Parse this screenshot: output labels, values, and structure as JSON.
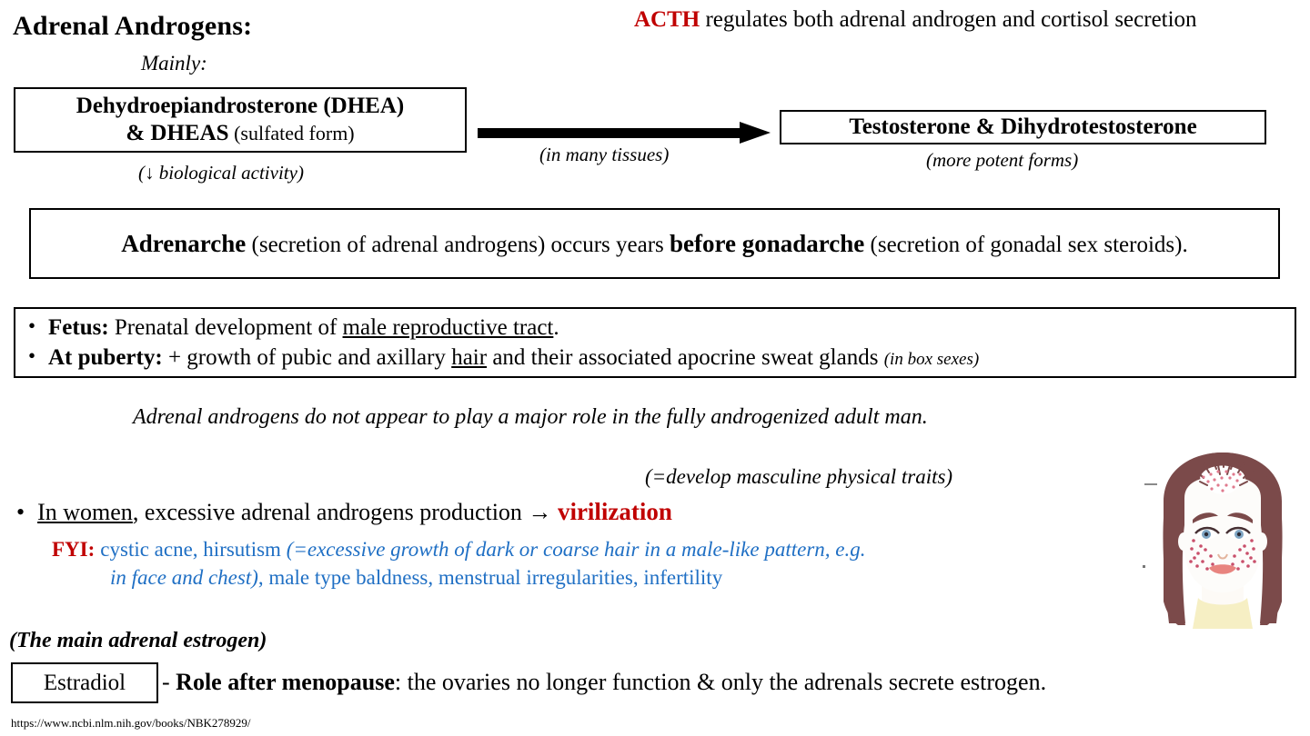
{
  "title": "Adrenal Androgens:",
  "acth_line": {
    "highlight": "ACTH",
    "rest": " regulates both adrenal androgen and cortisol secretion"
  },
  "mainly_label": "Mainly:",
  "dhea_box": {
    "line1": "Dehydroepiandrosterone (DHEA)",
    "line2_bold": "& DHEAS",
    "line2_rest": " (sulfated form)",
    "note": "(↓ biological activity)"
  },
  "arrow": {
    "note": "(in many tissues)"
  },
  "testosterone_box": {
    "label": "Testosterone & Dihydrotestosterone",
    "note": "(more potent forms)"
  },
  "adrenarche_box": {
    "part1_bold": "Adrenarche",
    "part2": " (secretion of adrenal androgens) occurs years ",
    "part3_bold": "before gonadarche",
    "part4": " (secretion of gonadal sex steroids)."
  },
  "effects_box": {
    "bullets": [
      {
        "label": "Fetus:",
        "text_before": " Prenatal development of ",
        "underlined": "male reproductive tract",
        "text_after": ".",
        "trailing_italic": ""
      },
      {
        "label": "At puberty:",
        "text_before": " + growth of pubic and axillary ",
        "underlined": "hair",
        "text_after": " and their associated apocrine sweat glands ",
        "trailing_italic": "(in box sexes)"
      }
    ]
  },
  "androgen_note": "Adrenal androgens do not appear to play a major role in the fully androgenized adult man.",
  "virilization": {
    "definition": "(=develop masculine physical traits)",
    "bullet_dot": "•",
    "underlined": "In women",
    "text": ", excessive adrenal androgens production → ",
    "keyword": "virilization"
  },
  "fyi": {
    "label": "FYI:",
    "line1_plain": "cystic acne, hirsutism ",
    "line1_italic": "(=excessive growth of dark or coarse hair in a male-like pattern, e.g.",
    "line2_italic": "in face and chest)",
    "line2_plain": ", male type baldness, menstrual irregularities, infertility"
  },
  "estrogen_note": "(The main adrenal estrogen)",
  "estradiol_box": {
    "label": "Estradiol"
  },
  "menopause_line": {
    "dash": "- ",
    "bold": "Role after menopause",
    "rest": ": the ovaries no longer function & only the adrenals secrete estrogen."
  },
  "source_url": "https://www.ncbi.nlm.nih.gov/books/NBK278929/",
  "illustration": {
    "alt": "woman-face-virilization-illustration",
    "hair_color": "#7B4A4A",
    "skin_color": "#FDFCFA",
    "acne_color": "#D4607A",
    "lip_color": "#E8847F",
    "eye_color": "#7FA6C4",
    "shirt_color": "#F6EFC4"
  },
  "colors": {
    "accent_red": "#C00000",
    "accent_blue": "#1F6FC4",
    "border": "#000000",
    "background": "#FFFFFF"
  }
}
